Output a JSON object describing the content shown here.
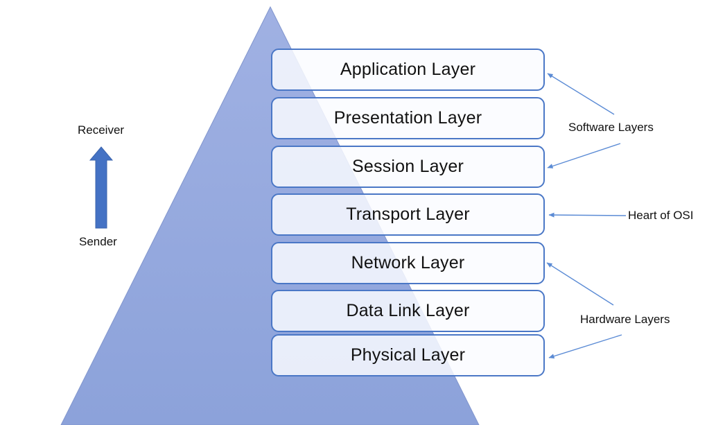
{
  "colors": {
    "accent": "#4472c4",
    "box_border": "#4a77c6",
    "annotation_line": "#5b8bd5",
    "triangle_top": "#a0b1e3",
    "triangle_bottom": "#8ca2da",
    "text": "#111111"
  },
  "layers": [
    {
      "label": "Application Layer"
    },
    {
      "label": "Presentation Layer"
    },
    {
      "label": "Session Layer"
    },
    {
      "label": "Transport Layer"
    },
    {
      "label": "Network Layer"
    },
    {
      "label": "Data Link Layer"
    },
    {
      "label": "Physical Layer"
    }
  ],
  "direction_labels": {
    "receiver": "Receiver",
    "sender": "Sender"
  },
  "annotations": {
    "software_layers": "Software Layers",
    "heart_of_osi": "Heart of OSI",
    "hardware_layers": "Hardware Layers"
  }
}
